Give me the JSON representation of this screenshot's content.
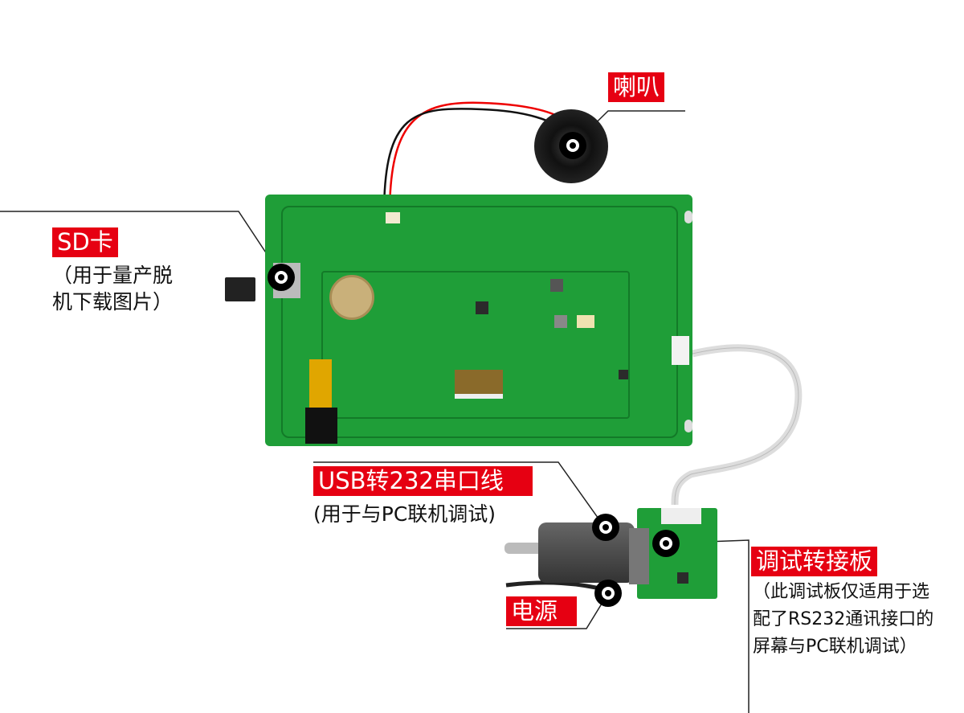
{
  "labels": {
    "speaker": {
      "title": "喇叭"
    },
    "sd_card": {
      "title": "SD卡",
      "desc_line1": "（用于量产脱",
      "desc_line2": "机下载图片）"
    },
    "usb_cable": {
      "title": "USB转232串口线",
      "desc": "(用于与PC联机调试)"
    },
    "adapter": {
      "title": "调试转接板",
      "desc_line1": "（此调试板仅适用于选",
      "desc_line2": "配了RS232通讯接口的",
      "desc_line3": "屏幕与PC联机调试）"
    },
    "power": {
      "title": "电源"
    }
  },
  "colors": {
    "label_bg": "#e60012",
    "pcb": "#1f9e38"
  }
}
